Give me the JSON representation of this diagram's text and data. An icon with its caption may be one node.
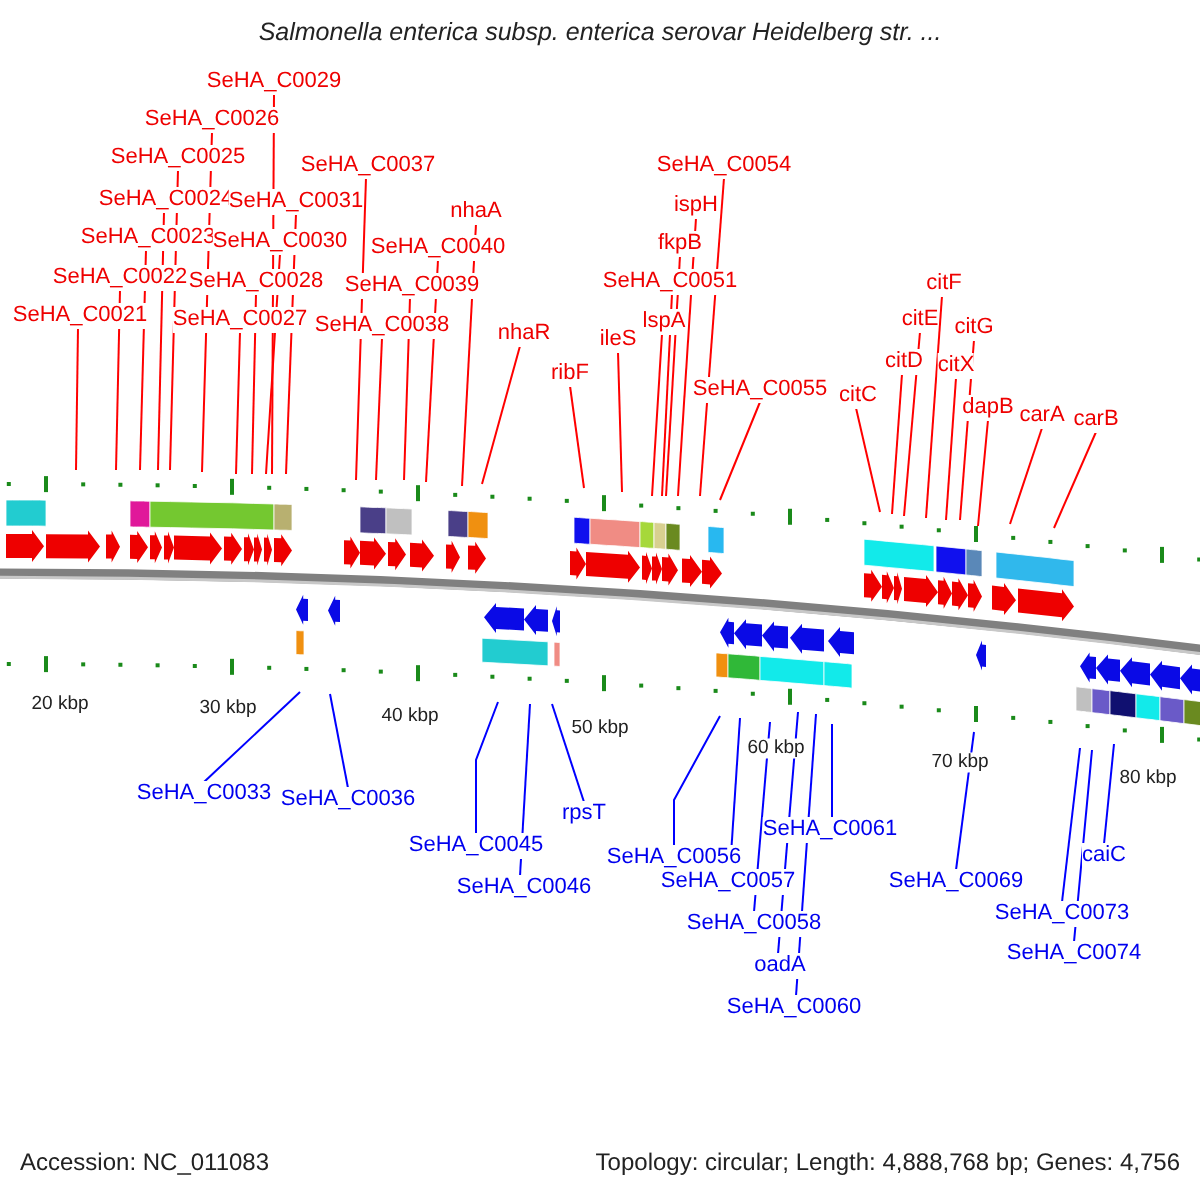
{
  "diagram": {
    "title": "Salmonella enterica subsp. enterica serovar Heidelberg str. ...",
    "nodes": [
      {
        "text": [
          "SeHA_C0021"
        ]
      },
      {
        "text": [
          "SeHA_C0022"
        ]
      },
      {
        "text": [
          "SeHA_C0023"
        ]
      },
      {
        "text": [
          "SeHA_C0024"
        ]
      },
      {
        "text": [
          "SeHA_C0025"
        ]
      },
      {
        "text": [
          "SeHA_C0026"
        ]
      },
      {
        "text": [
          "SeHA_C0027"
        ]
      },
      {
        "text": [
          "SeHA_C0028"
        ]
      },
      {
        "text": [
          "SeHA_C0029"
        ]
      },
      {
        "text": [
          "SeHA_C0030"
        ]
      },
      {
        "text": [
          "SeHA_C0031"
        ]
      },
      {
        "text": [
          "SeHA_C0037"
        ]
      },
      {
        "text": [
          "SeHA_C0038"
        ]
      },
      {
        "text": [
          "SeHA_C0039"
        ]
      },
      {
        "text": [
          "SeHA_C0040"
        ]
      },
      {
        "text": [
          "nhaA"
        ]
      },
      {
        "text": [
          "nhaR"
        ]
      },
      {
        "text": [
          "ribF"
        ]
      },
      {
        "text": [
          "ileS"
        ]
      },
      {
        "text": [
          "lspA"
        ]
      },
      {
        "text": [
          "SeHA_C0051"
        ]
      },
      {
        "text": [
          "fkpB"
        ]
      },
      {
        "text": [
          "ispH"
        ]
      },
      {
        "text": [
          "SeHA_C0054"
        ]
      },
      {
        "text": [
          "SeHA_C0055"
        ]
      },
      {
        "text": [
          "citC"
        ]
      },
      {
        "text": [
          "citD"
        ]
      },
      {
        "text": [
          "citE"
        ]
      },
      {
        "text": [
          "citF"
        ]
      },
      {
        "text": [
          "citX"
        ]
      },
      {
        "text": [
          "citG"
        ]
      },
      {
        "text": [
          "dapB"
        ]
      },
      {
        "text": [
          "carA"
        ]
      },
      {
        "text": [
          "carB"
        ]
      },
      {
        "text": [
          "SeHA_C0033"
        ]
      },
      {
        "text": [
          "SeHA_C0036"
        ]
      },
      {
        "text": [
          "SeHA_C0045"
        ]
      },
      {
        "text": [
          "SeHA_C0046"
        ]
      },
      {
        "text": [
          "rpsT"
        ]
      },
      {
        "text": [
          "SeHA_C0056"
        ]
      },
      {
        "text": [
          "SeHA_C0057"
        ]
      },
      {
        "text": [
          "SeHA_C0058"
        ]
      },
      {
        "text": [
          "oadA"
        ]
      },
      {
        "text": [
          "SeHA_C0060"
        ]
      },
      {
        "text": [
          "SeHA_C0061"
        ]
      },
      {
        "text": [
          "SeHA_C0069"
        ]
      },
      {
        "text": [
          "SeHA_C0073"
        ]
      },
      {
        "text": [
          "SeHA_C0074"
        ]
      },
      {
        "text": [
          "caiC"
        ]
      }
    ],
    "edges": [
      {
        "from": 0,
        "to": null,
        "arrow": "none"
      },
      {
        "from": 1,
        "to": null,
        "arrow": "none"
      },
      {
        "from": 2,
        "to": null,
        "arrow": "none"
      },
      {
        "from": 3,
        "to": null,
        "arrow": "none"
      },
      {
        "from": 4,
        "to": null,
        "arrow": "none"
      },
      {
        "from": 5,
        "to": null,
        "arrow": "none"
      },
      {
        "from": 6,
        "to": null,
        "arrow": "none"
      },
      {
        "from": 7,
        "to": null,
        "arrow": "none"
      },
      {
        "from": 8,
        "to": null,
        "arrow": "none"
      },
      {
        "from": 9,
        "to": null,
        "arrow": "none"
      },
      {
        "from": 10,
        "to": null,
        "arrow": "none"
      },
      {
        "from": 11,
        "to": null,
        "arrow": "none"
      },
      {
        "from": 12,
        "to": null,
        "arrow": "none"
      },
      {
        "from": 13,
        "to": null,
        "arrow": "none"
      },
      {
        "from": 14,
        "to": null,
        "arrow": "none"
      },
      {
        "from": 15,
        "to": null,
        "arrow": "none"
      },
      {
        "from": 16,
        "to": null,
        "arrow": "none"
      },
      {
        "from": 17,
        "to": null,
        "arrow": "none"
      },
      {
        "from": 18,
        "to": null,
        "arrow": "none"
      },
      {
        "from": 19,
        "to": null,
        "arrow": "none"
      },
      {
        "from": 20,
        "to": null,
        "arrow": "none"
      },
      {
        "from": 21,
        "to": null,
        "arrow": "none"
      },
      {
        "from": 22,
        "to": null,
        "arrow": "none"
      },
      {
        "from": 23,
        "to": null,
        "arrow": "none"
      },
      {
        "from": 24,
        "to": null,
        "arrow": "none"
      },
      {
        "from": 25,
        "to": null,
        "arrow": "none"
      },
      {
        "from": 26,
        "to": null,
        "arrow": "none"
      },
      {
        "from": 27,
        "to": null,
        "arrow": "none"
      },
      {
        "from": 28,
        "to": null,
        "arrow": "none"
      },
      {
        "from": 29,
        "to": null,
        "arrow": "none"
      },
      {
        "from": 30,
        "to": null,
        "arrow": "none"
      },
      {
        "from": 31,
        "to": null,
        "arrow": "none"
      },
      {
        "from": 32,
        "to": null,
        "arrow": "none"
      },
      {
        "from": 33,
        "to": null,
        "arrow": "none"
      },
      {
        "from": 34,
        "to": null,
        "arrow": "none",
        "color": "#0000ff"
      },
      {
        "from": 35,
        "to": null,
        "arrow": "none",
        "color": "#0000ff"
      },
      {
        "from": 36,
        "to": null,
        "arrow": "none",
        "color": "#0000ff"
      },
      {
        "from": 37,
        "to": null,
        "arrow": "none",
        "color": "#0000ff"
      },
      {
        "from": 38,
        "to": null,
        "arrow": "none",
        "color": "#0000ff"
      },
      {
        "from": 39,
        "to": null,
        "arrow": "none",
        "color": "#0000ff"
      },
      {
        "from": 40,
        "to": null,
        "arrow": "none",
        "color": "#0000ff"
      },
      {
        "from": 41,
        "to": null,
        "arrow": "none",
        "color": "#0000ff"
      },
      {
        "from": 42,
        "to": null,
        "arrow": "none",
        "color": "#0000ff"
      },
      {
        "from": 43,
        "to": null,
        "arrow": "none",
        "color": "#0000ff"
      },
      {
        "from": 44,
        "to": null,
        "arrow": "none",
        "color": "#0000ff"
      },
      {
        "from": 45,
        "to": null,
        "arrow": "none",
        "color": "#0000ff"
      },
      {
        "from": 46,
        "to": null,
        "arrow": "none",
        "color": "#0000ff"
      },
      {
        "from": 47,
        "to": null,
        "arrow": "none",
        "color": "#0000ff"
      },
      {
        "from": 48,
        "to": null,
        "arrow": "none",
        "color": "#0000ff"
      }
    ],
    "labels": [
      "20 kbp",
      "30 kbp",
      "40 kbp",
      "50 kbp",
      "60 kbp",
      "70 kbp",
      "80 kbp",
      "Accession: NC_011083",
      "Topology: circular; Length: 4,888,768 bp; Genes: 4,756"
    ]
  }
}
